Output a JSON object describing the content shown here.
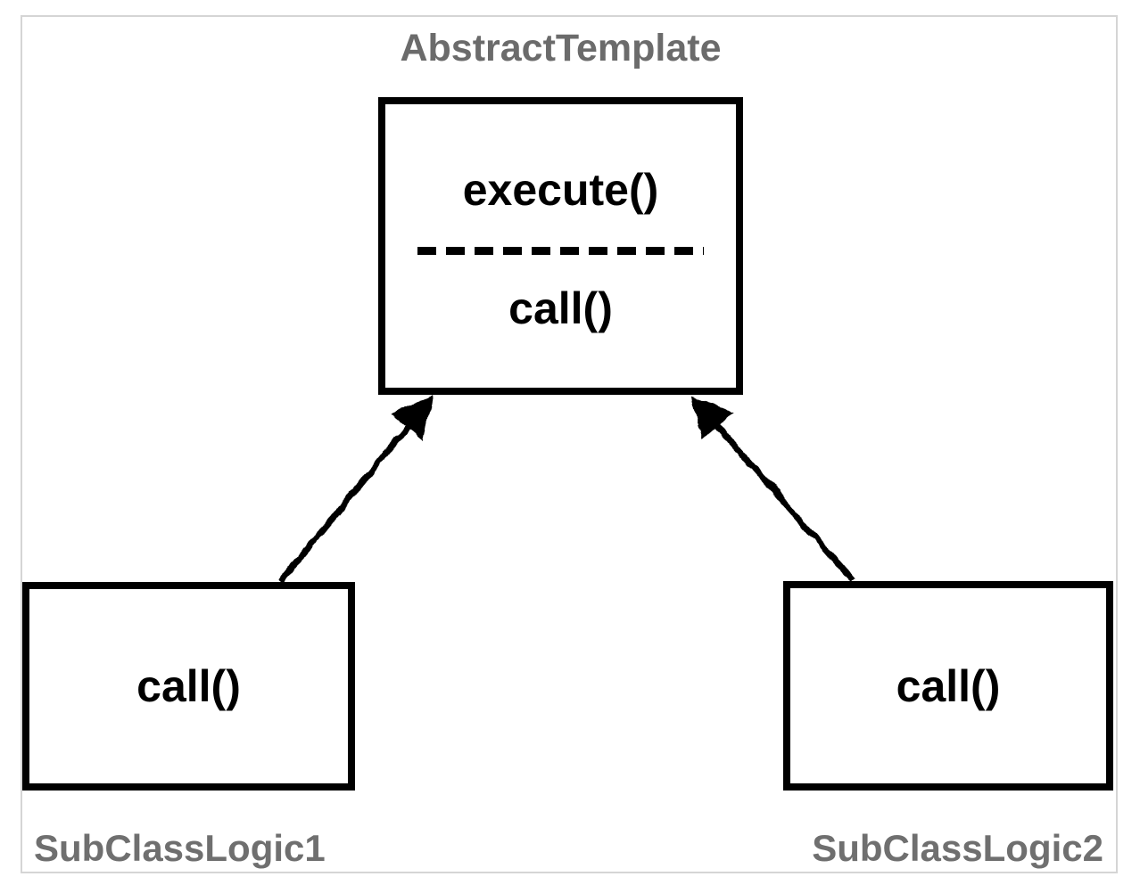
{
  "diagram": {
    "title": "AbstractTemplate",
    "abstract_class": {
      "name": "AbstractTemplate",
      "template_method": "execute()",
      "hook_method": "call()"
    },
    "subclasses": [
      {
        "label": "SubClassLogic1",
        "method": "call()"
      },
      {
        "label": "SubClassLogic2",
        "method": "call()"
      }
    ],
    "arrows": [
      {
        "name": "subclass1-to-abstract",
        "style": "sketchy solid line, filled triangle head, points up-right"
      },
      {
        "name": "subclass2-to-abstract",
        "style": "sketchy solid line, filled triangle head, points up-left"
      }
    ],
    "colors": {
      "background": "#ffffff",
      "frame_border": "#d5d5d5",
      "box_border": "#000000",
      "method_text": "#000000",
      "title_text": "#6b6b6b",
      "label_text": "#6f6f6f"
    }
  }
}
